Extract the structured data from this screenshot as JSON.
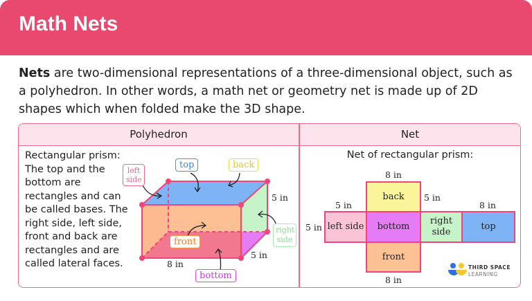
{
  "title": "Math Nets",
  "intro": {
    "bold": "Nets",
    "text": " are two-dimensional representations of a three-dimensional object, such as a polyhedron. In other words, a math net or geometry net is made up of 2D shapes which when folded make the 3D shape."
  },
  "columns": {
    "left": "Polyhedron",
    "right": "Net"
  },
  "polyhedron": {
    "heading": "Rectangular prism:",
    "description": "The top and the bottom are rectangles and can be called bases. The right side, left side, front and back are rectangles and are called lateral faces.",
    "labels": {
      "left_side": "left side",
      "top": "top",
      "back": "back",
      "right_side": "right side",
      "front": "front",
      "bottom": "bottom"
    },
    "dims": {
      "height": "5 in",
      "depth": "5 in",
      "length": "8 in"
    }
  },
  "net": {
    "heading": "Net of rectangular prism:",
    "faces": {
      "back": "back",
      "left": "left side",
      "bottom": "bottom",
      "right": "right side",
      "top": "top",
      "front": "front"
    },
    "dims": {
      "top_back": "8 in",
      "back_right": "5 in",
      "left_top": "5 in",
      "left_side": "5 in",
      "top_width": "8 in",
      "bottom": "8 in"
    }
  },
  "logo": {
    "line1": "THIRD SPACE",
    "line2": "LEARNING"
  },
  "colors": {
    "brand": "#E9496F",
    "top": "#7EB3F5",
    "back": "#FAF59A",
    "left": "#FBC4D6",
    "right": "#C6F4C8",
    "bottom": "#E57CF5",
    "front": "#FDC293"
  }
}
